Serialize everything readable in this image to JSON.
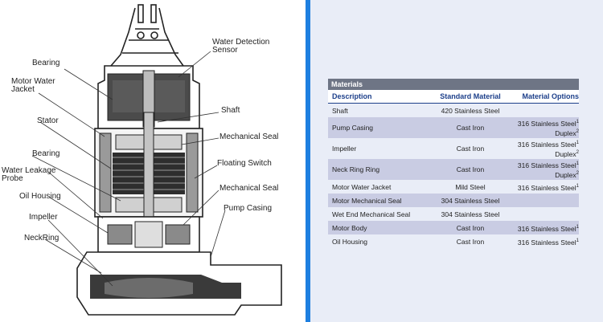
{
  "diagram": {
    "labels": {
      "water_detection_sensor": [
        "Water Detection",
        "Sensor"
      ],
      "bearing_top": "Bearing",
      "motor_water_jacket": [
        "Motor Water",
        "Jacket"
      ],
      "shaft": "Shaft",
      "stator": "Stator",
      "mechanical_seal_top": "Mechanical Seal",
      "bearing_bottom": "Bearing",
      "floating_switch": "Floating Switch",
      "water_leakage_probe": [
        "Water Leakage",
        "Probe"
      ],
      "mechanical_seal_bottom": "Mechanical Seal",
      "oil_housing": "Oil Housing",
      "pump_casing": "Pump Casing",
      "impeller": "Impeller",
      "neck_ring": "NeckRing"
    }
  },
  "materials_table": {
    "title": "Materials",
    "headers": [
      "Description",
      "Standard Material",
      "Material Options"
    ],
    "rows": [
      {
        "description": "Shaft",
        "standard": "420 Stainless Steel",
        "options": [],
        "shaded": false
      },
      {
        "description": "Pump Casing",
        "standard": "Cast Iron",
        "options": [
          "316 Stainless Steel",
          "Duplex"
        ],
        "shaded": true
      },
      {
        "description": "Impeller",
        "standard": "Cast Iron",
        "options": [
          "316 Stainless Steel",
          "Duplex"
        ],
        "shaded": false
      },
      {
        "description": "Neck Ring Ring",
        "standard": "Cast Iron",
        "options": [
          "316 Stainless Steel",
          "Duplex"
        ],
        "shaded": true
      },
      {
        "description": "Motor Water Jacket",
        "standard": "Mild Steel",
        "options": [
          "316 Stainless Steel"
        ],
        "shaded": false
      },
      {
        "description": "Motor Mechanical Seal",
        "standard": "304 Stainless Steel",
        "options": [],
        "shaded": true
      },
      {
        "description": "Wet End Mechanical Seal",
        "standard": "304 Stainless Steel",
        "options": [],
        "shaded": false
      },
      {
        "description": "Motor Body",
        "standard": "Cast Iron",
        "options": [
          "316 Stainless Steel"
        ],
        "shaded": true
      },
      {
        "description": "Oil Housing",
        "standard": "Cast Iron",
        "options": [
          "316 Stainless Steel"
        ],
        "shaded": false
      }
    ]
  },
  "colors": {
    "divider": "#1e7fe0",
    "panel_bg": "#e9edf7",
    "header_bar": "#6e7585",
    "header_text": "#1c3f8a",
    "shaded_row": "#c9cce3"
  }
}
